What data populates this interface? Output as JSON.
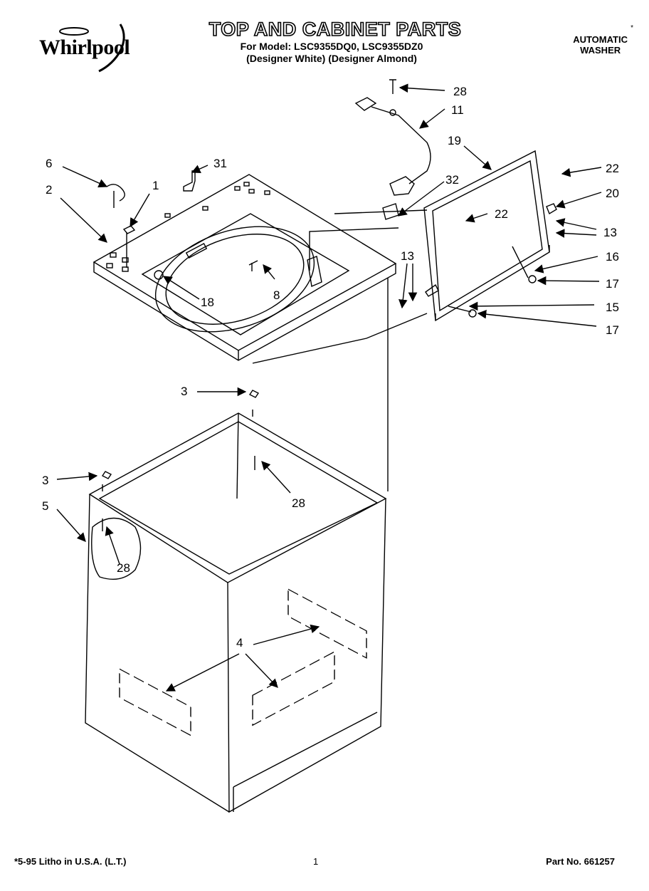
{
  "brand": {
    "name": "Whirlpool"
  },
  "header": {
    "title": "TOP AND CABINET PARTS",
    "models_line": "For Model: LSC9355DQ0, LSC9355DZ0",
    "colors_line": "(Designer White) (Designer Almond)",
    "product_line1": "AUTOMATIC",
    "product_line2": "WASHER",
    "mark": "*"
  },
  "callouts": [
    {
      "id": "c-28a",
      "label": "28"
    },
    {
      "id": "c-11",
      "label": "11"
    },
    {
      "id": "c-19",
      "label": "19"
    },
    {
      "id": "c-6",
      "label": "6"
    },
    {
      "id": "c-31",
      "label": "31"
    },
    {
      "id": "c-22a",
      "label": "22"
    },
    {
      "id": "c-2",
      "label": "2"
    },
    {
      "id": "c-1",
      "label": "1"
    },
    {
      "id": "c-32",
      "label": "32"
    },
    {
      "id": "c-20",
      "label": "20"
    },
    {
      "id": "c-22b",
      "label": "22"
    },
    {
      "id": "c-13a",
      "label": "13"
    },
    {
      "id": "c-16",
      "label": "16"
    },
    {
      "id": "c-13b",
      "label": "13"
    },
    {
      "id": "c-17a",
      "label": "17"
    },
    {
      "id": "c-8",
      "label": "8"
    },
    {
      "id": "c-18",
      "label": "18"
    },
    {
      "id": "c-15",
      "label": "15"
    },
    {
      "id": "c-17b",
      "label": "17"
    },
    {
      "id": "c-3a",
      "label": "3"
    },
    {
      "id": "c-28b",
      "label": "28"
    },
    {
      "id": "c-3b",
      "label": "3"
    },
    {
      "id": "c-5",
      "label": "5"
    },
    {
      "id": "c-28c",
      "label": "28"
    },
    {
      "id": "c-4",
      "label": "4"
    }
  ],
  "footer": {
    "left": "*5-95 Litho in U.S.A. (L.T.)",
    "page": "1",
    "part_no": "Part No. 661257"
  }
}
